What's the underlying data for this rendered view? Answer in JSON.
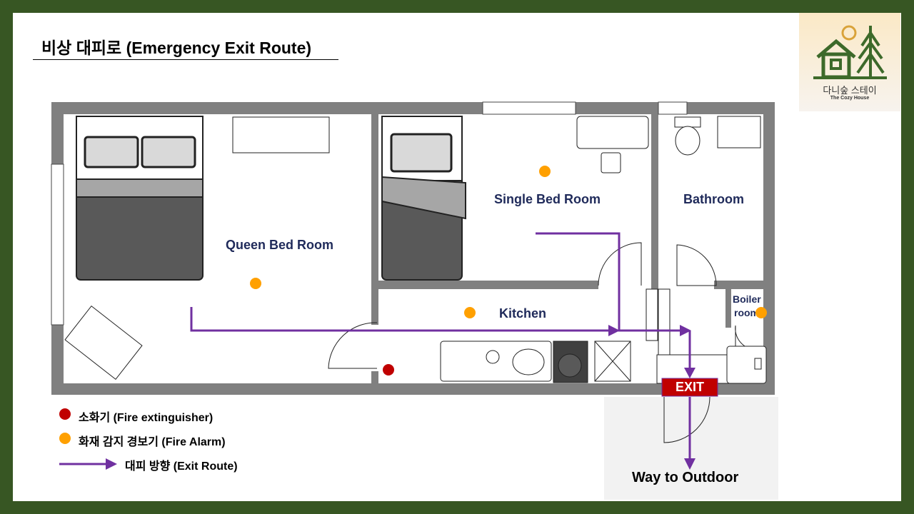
{
  "title": "비상 대피로 (Emergency Exit Route)",
  "logo": {
    "name_ko": "다니숲 스테이",
    "name_en": "The Cozy House"
  },
  "rooms": {
    "queen": "Queen Bed Room",
    "single": "Single Bed Room",
    "bathroom": "Bathroom",
    "kitchen": "Kitchen",
    "boiler_line1": "Boiler",
    "boiler_line2": "room"
  },
  "exit_sign": "EXIT",
  "outdoor": "Way to Outdoor",
  "legend": [
    {
      "icon": "red-dot",
      "label": "소화기 (Fire extinguisher)"
    },
    {
      "icon": "orange-dot",
      "label": "화재 감지 경보기 (Fire Alarm)"
    },
    {
      "icon": "purple-arrow",
      "label": "대피 방향 (Exit Route)"
    }
  ],
  "colors": {
    "frame": "#375623",
    "wall": "#808080",
    "route": "#7030a0",
    "extinguisher": "#c00000",
    "alarm": "#ffa000",
    "exit": "#c00000"
  }
}
